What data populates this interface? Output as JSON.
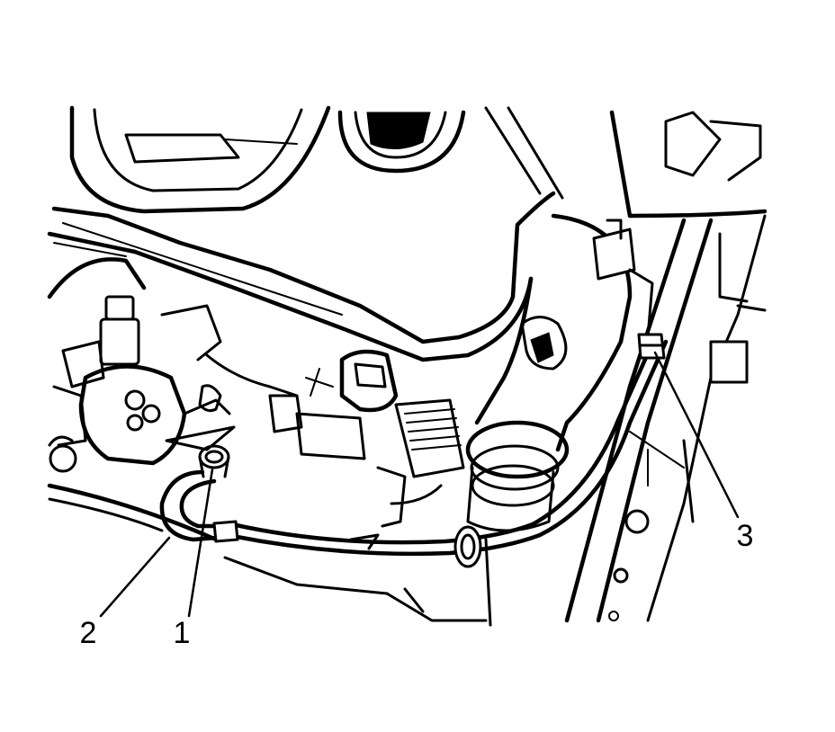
{
  "callouts": [
    {
      "label": "1",
      "part": "hose-clamp"
    },
    {
      "label": "2",
      "part": "hose"
    },
    {
      "label": "3",
      "part": "retainer-clip"
    }
  ],
  "colors": {
    "line": "#000000",
    "background": "#ffffff"
  }
}
